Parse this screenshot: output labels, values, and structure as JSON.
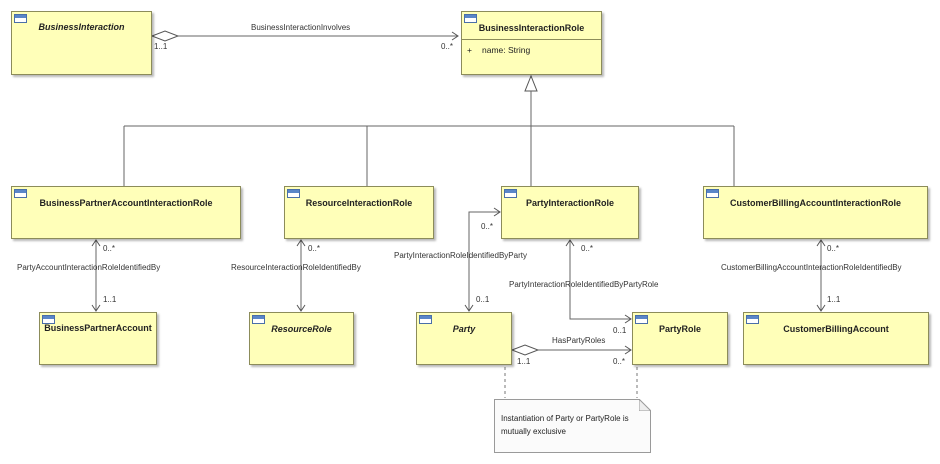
{
  "classes": {
    "business_interaction": "BusinessInteraction",
    "business_interaction_role": "BusinessInteractionRole",
    "business_interaction_role_attr_visibility": "+",
    "business_interaction_role_attr": "name: String",
    "bp_account_interaction_role": "BusinessPartnerAccountInteractionRole",
    "resource_interaction_role": "ResourceInteractionRole",
    "party_interaction_role": "PartyInteractionRole",
    "customer_billing_account_interaction_role": "CustomerBillingAccountInteractionRole",
    "business_partner_account": "BusinessPartnerAccount",
    "resource_role": "ResourceRole",
    "party": "Party",
    "party_role": "PartyRole",
    "customer_billing_account": "CustomerBillingAccount"
  },
  "associations": {
    "business_interaction_involves": {
      "name": "BusinessInteractionInvolves",
      "source_mult": "1..1",
      "target_mult": "0..*"
    },
    "party_account_interaction_role_identified_by": {
      "name": "PartyAccountInteractionRoleIdentifiedBy",
      "source_mult": "0..*",
      "target_mult": "1..1"
    },
    "resource_interaction_role_identified_by": {
      "name": "ResourceInteractionRoleIdentifiedBy",
      "source_mult": "0..*"
    },
    "party_interaction_role_identified_by_party": {
      "name": "PartyInteractionRoleIdentifiedByParty",
      "source_mult": "0..*",
      "target_mult": "0..1"
    },
    "party_interaction_role_identified_by_party_role": {
      "name": "PartyInteractionRoleIdentifiedByPartyRole",
      "source_mult": "0..*",
      "target_mult": "0..1"
    },
    "has_party_roles": {
      "name": "HasPartyRoles",
      "source_mult": "1..1",
      "target_mult": "0..*"
    },
    "customer_billing_account_interaction_role_identified_by": {
      "name": "CustomerBillingAccountInteractionRoleIdentifiedBy",
      "source_mult": "0..*",
      "target_mult": "1..1"
    }
  },
  "note": {
    "text": "Instantiation of Party or PartyRole is mutually exclusive"
  },
  "colors": {
    "class_fill": "#ffffb9",
    "class_border": "#8c8c5a",
    "icon_blue": "#5a86c8",
    "line": "#666666"
  }
}
